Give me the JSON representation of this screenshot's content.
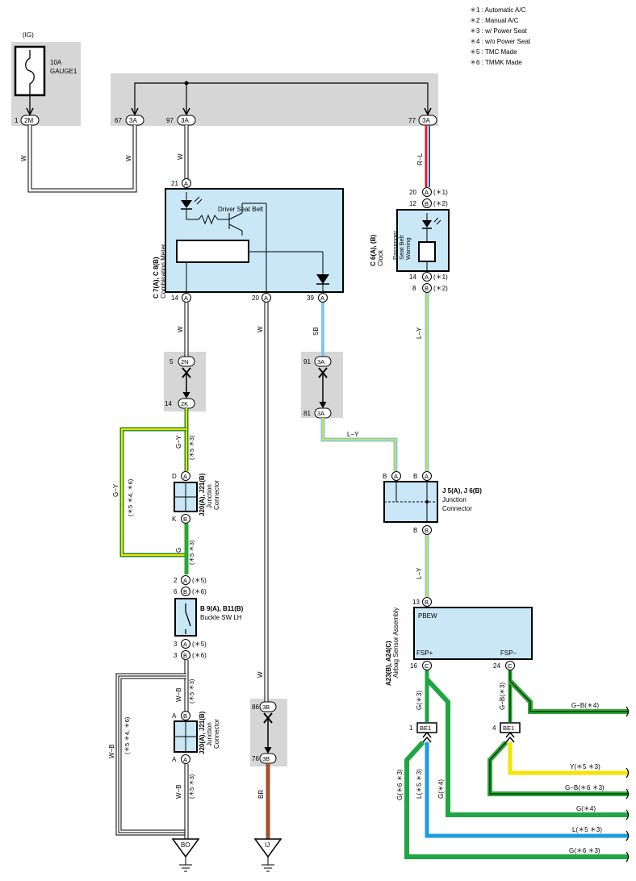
{
  "notes": [
    "＊1 : Automatic A/C",
    "＊2 : Manual A/C",
    "＊3 : w/ Power Seat",
    "＊4 : w/o Power Seat",
    "＊5 : TMC Made",
    "＊6 : TMMK Made"
  ],
  "fuse": {
    "ign": "(IG)",
    "rating": "10A",
    "name": "GAUGE1"
  },
  "top_connectors": {
    "c1": {
      "pin": "1",
      "code": "2M"
    },
    "c67": {
      "pin": "67",
      "code": "3A"
    },
    "c97": {
      "pin": "97",
      "code": "3A"
    },
    "c77": {
      "pin": "77",
      "code": "3A"
    }
  },
  "meter": {
    "ref_a": "C 7(A), C 8(B)",
    "name": "Combination Meter",
    "inner_label": "Driver Seat Belt",
    "pin21": "21",
    "pin21_conn": "A",
    "pin14": "14",
    "pin14_conn": "A",
    "pin20": "20",
    "pin20_conn": "A",
    "pin39": "39",
    "pin39_conn": "A"
  },
  "clock": {
    "ref": "C 6(A), (B)",
    "name": "Clock",
    "inner_label_1": "Passenger",
    "inner_label_2": "Seat Belt",
    "inner_label_3": "Warning",
    "p20": "20",
    "p20c": "A",
    "p20n": "(＊1)",
    "p12": "12",
    "p12c": "B",
    "p12n": "(＊2)",
    "p14": "14",
    "p14c": "A",
    "p14n": "(＊1)",
    "p8": "8",
    "p8c": "B",
    "p8n": "(＊2)"
  },
  "wires": {
    "w": "W",
    "rl": "R−L",
    "sb": "SB",
    "ly": "L−Y",
    "gy": "G−Y",
    "g": "G",
    "wb": "W−B",
    "br": "BR",
    "gy_note": "(＊5 ＊3)",
    "gy_left_note": "(＊5 ＊4, ＊6)",
    "g_note": "(＊5 ＊3)",
    "wb_note": "(＊5 ＊3)",
    "wb_left_note": "(＊5 ＊4, ＊6)",
    "wb2_note": "(＊5 ＊3)",
    "g3": "G(＊3)",
    "gb3": "G−B(＊3)",
    "g63": "G(＊6 ＊3)",
    "l53": "L(＊5 ＊3)",
    "g4": "G(＊4)"
  },
  "inline_2n_2k": {
    "p5": "5",
    "c5": "2N",
    "p14": "14",
    "c14": "2K"
  },
  "inline_3a": {
    "p91": "91",
    "c91": "3A",
    "p81": "81",
    "c81": "3A"
  },
  "inline_3b": {
    "p86": "86",
    "c86": "3B",
    "p76": "76",
    "c76": "3B"
  },
  "jc_left_top": {
    "ref": "J20(A), J21(B)",
    "name1": "Junction",
    "name2": "Connector",
    "topL": "D",
    "topC": "A",
    "botL": "K",
    "botC": "B"
  },
  "jc_left_bot": {
    "ref": "J20(A), J21(B)",
    "name1": "Junction",
    "name2": "Connector",
    "topL": "A",
    "topC": "B",
    "botL": "A",
    "botC": "A"
  },
  "buckle": {
    "ref": "B 9(A), B11(B)",
    "name": "Buckle SW LH",
    "p2": "2",
    "p2c": "A",
    "p2n": "(＊5)",
    "p6": "6",
    "p6c": "B",
    "p6n": "(＊6)",
    "p3": "3",
    "p3c": "A",
    "p3n": "(＊5)",
    "p3b": "3",
    "p3bc": "B",
    "p3bn": "(＊6)"
  },
  "jc_right": {
    "ref": "J 5(A), J 6(B)",
    "name1": "Junction",
    "name2": "Connector",
    "topB1": "B",
    "topA1": "A",
    "topB2": "B",
    "topA2": "A",
    "botB1": "B",
    "botB2": "B"
  },
  "airbag": {
    "ref": "A23(B), A24(C)",
    "name": "Airbag Sensor Assembly",
    "pbew": "PBEW",
    "fsp_plus": "FSP+",
    "fsp_minus": "FSP−",
    "p13": "13",
    "p13c": "B",
    "p16": "16",
    "p16c": "C",
    "p24": "24",
    "p24c": "C"
  },
  "be1": {
    "p1": "1",
    "c1": "BE1",
    "p4": "4",
    "c4": "BE1"
  },
  "right_leads": [
    "G−B(＊4)",
    "Y(＊5 ＊3)",
    "G−B(＊6 ＊3)",
    "G(＊4)",
    "L(＊5 ＊3)",
    "G(＊6 ＊3)"
  ],
  "grounds": {
    "bo": "BO",
    "ij": "IJ"
  }
}
